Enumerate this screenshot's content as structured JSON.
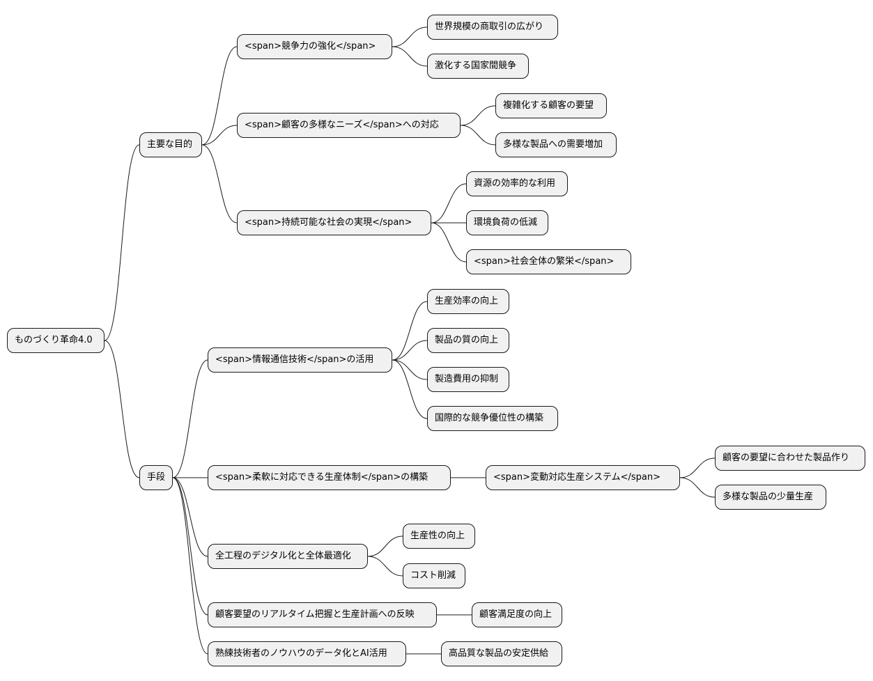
{
  "diagram": {
    "root": "ものづくり革命4.0",
    "purposes": {
      "label": "主要な目的",
      "competitiveness": {
        "label": "<span>競争力の強化</span>",
        "items": [
          "世界規模の商取引の広がり",
          "激化する国家間競争"
        ]
      },
      "customer_needs": {
        "label": "<span>顧客の多様なニーズ</span>への対応",
        "items": [
          "複雑化する顧客の要望",
          "多様な製品への需要増加"
        ]
      },
      "sustainability": {
        "label": "<span>持続可能な社会の実現</span>",
        "items": [
          "資源の効率的な利用",
          "環境負荷の低減",
          "<span>社会全体の繁栄</span>"
        ]
      }
    },
    "means": {
      "label": "手段",
      "ict": {
        "label": "<span>情報通信技術</span>の活用",
        "items": [
          "生産効率の向上",
          "製品の質の向上",
          "製造費用の抑制",
          "国際的な競争優位性の構築"
        ]
      },
      "flexible": {
        "label": "<span>柔軟に対応できる生産体制</span>の構築",
        "system": {
          "label": "<span>変動対応生産システム</span>",
          "items": [
            "顧客の要望に合わせた製品作り",
            "多様な製品の少量生産"
          ]
        }
      },
      "digital": {
        "label": "全工程のデジタル化と全体最適化",
        "items": [
          "生産性の向上",
          "コスト削減"
        ]
      },
      "realtime": {
        "label": "顧客要望のリアルタイム把握と生産計画への反映",
        "items": [
          "顧客満足度の向上"
        ]
      },
      "knowhow": {
        "label": "熟練技術者のノウハウのデータ化とAI活用",
        "items": [
          "高品質な製品の安定供給"
        ]
      }
    }
  }
}
